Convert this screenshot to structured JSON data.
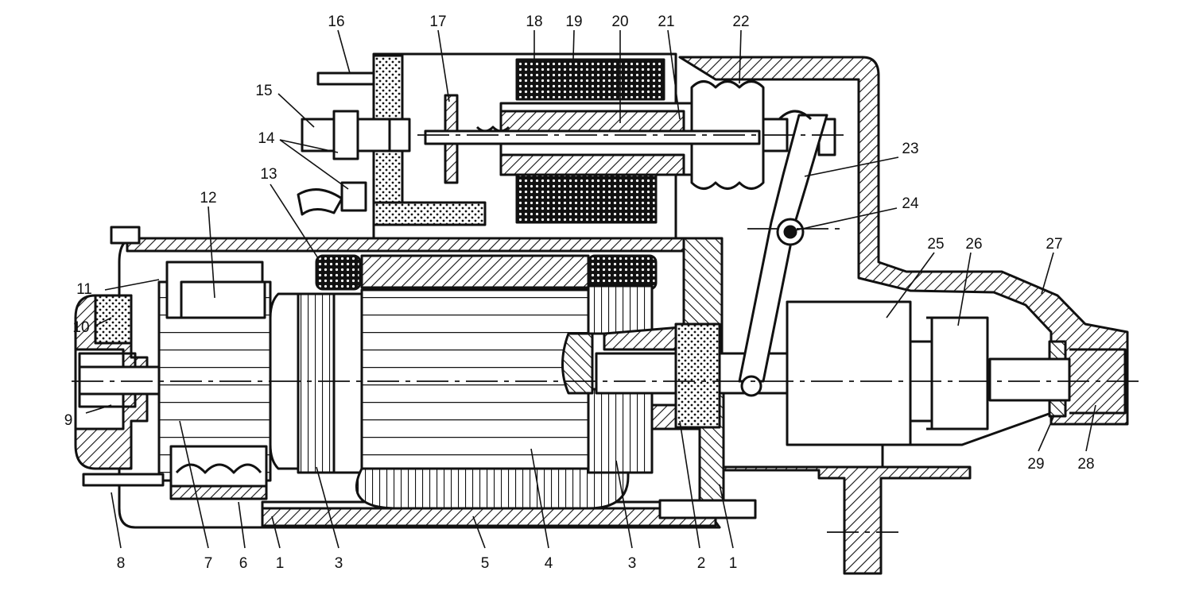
{
  "diagram": {
    "ink_color": "#111111",
    "background_color": "#ffffff",
    "callouts": [
      {
        "label": "16"
      },
      {
        "label": "17"
      },
      {
        "label": "18"
      },
      {
        "label": "19"
      },
      {
        "label": "20"
      },
      {
        "label": "21"
      },
      {
        "label": "22"
      },
      {
        "label": "15"
      },
      {
        "label": "14"
      },
      {
        "label": "13"
      },
      {
        "label": "12"
      },
      {
        "label": "23"
      },
      {
        "label": "24"
      },
      {
        "label": "25"
      },
      {
        "label": "26"
      },
      {
        "label": "27"
      },
      {
        "label": "11"
      },
      {
        "label": "10"
      },
      {
        "label": "9"
      },
      {
        "label": "8"
      },
      {
        "label": "7"
      },
      {
        "label": "6"
      },
      {
        "label": "1"
      },
      {
        "label": "3"
      },
      {
        "label": "5"
      },
      {
        "label": "4"
      },
      {
        "label": "3"
      },
      {
        "label": "2"
      },
      {
        "label": "1"
      },
      {
        "label": "29"
      },
      {
        "label": "28"
      }
    ]
  }
}
